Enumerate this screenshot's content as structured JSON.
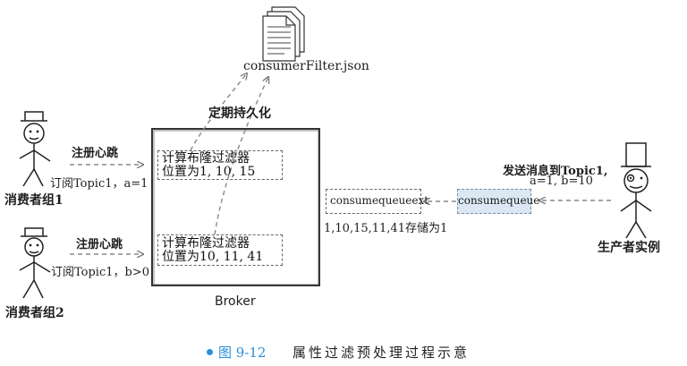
{
  "diagram": {
    "file_label": "consumerFilter.json",
    "persist_label": "定期持久化",
    "broker_label": "Broker",
    "consumer_group1": {
      "name": "消费者组1",
      "heartbeat_label": "注册心跳",
      "subscribe_label": "订阅Topic1，a=1"
    },
    "consumer_group2": {
      "name": "消费者组2",
      "heartbeat_label": "注册心跳",
      "subscribe_label": "订阅Topic1，b>0"
    },
    "filter1": {
      "line1": "计算布隆过滤器",
      "line2": "位置为1, 10, 15"
    },
    "filter2": {
      "line1": "计算布隆过滤器",
      "line2": "位置为10, 11, 41"
    },
    "consumequeueext_label": "consumequeueext",
    "storage_label": "1,10,15,11,41存储为1",
    "consumequeue_label": "consumequeue",
    "producer": {
      "name": "生产者实例",
      "send_line1": "发送消息到Topic1,",
      "send_line2": "a=1, b=10"
    }
  },
  "caption": {
    "figure_number": "图 9-12",
    "title": "属性过滤预处理过程示意"
  },
  "colors": {
    "accent": "#2a8fd8",
    "consumequeue_fill": "#dbe8f4",
    "dash_stroke": "#666666"
  }
}
